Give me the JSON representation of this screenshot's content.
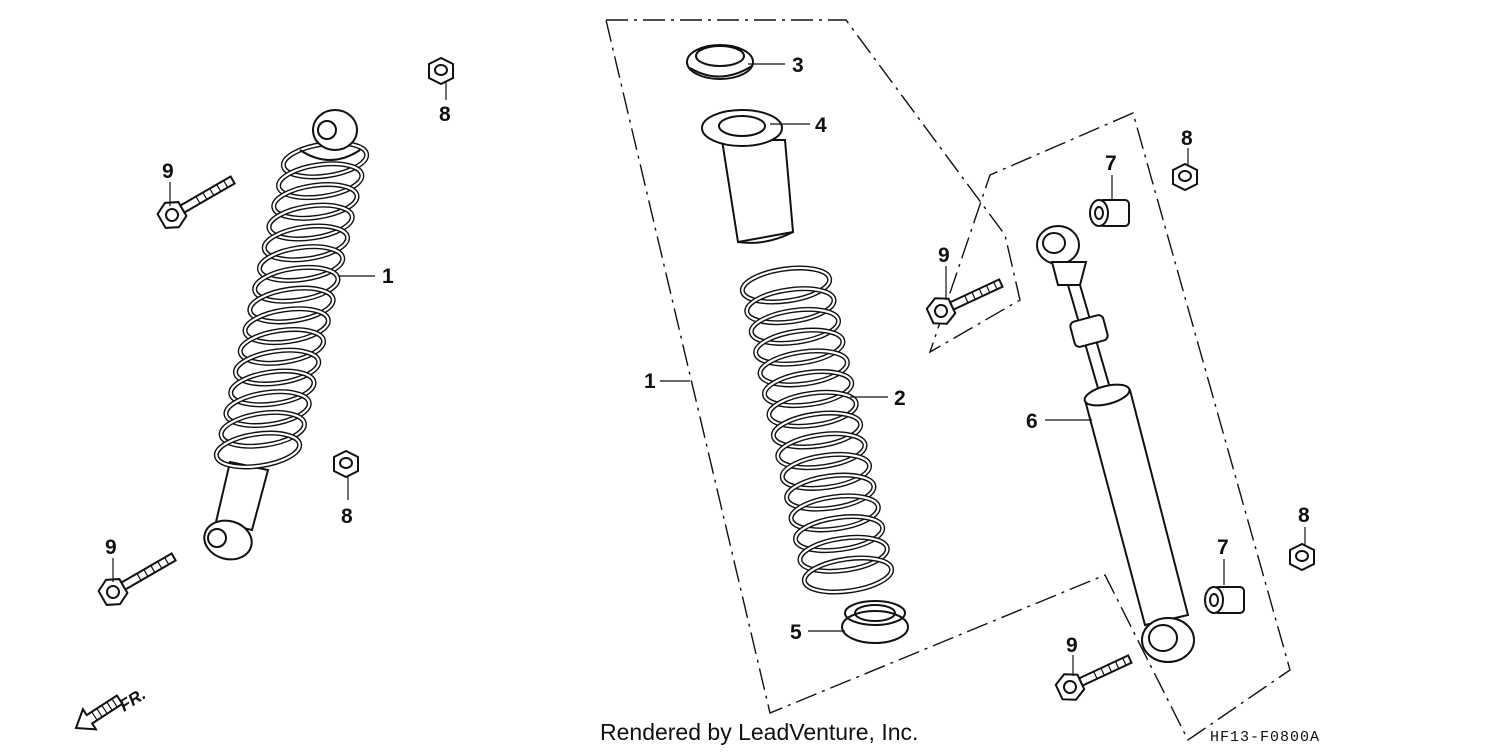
{
  "diagram": {
    "callouts": {
      "left_shock": "1",
      "left_bolt_top": "9",
      "left_bolt_bottom": "9",
      "left_nut_top": "8",
      "left_nut_bottom": "8",
      "assembly": "1",
      "spring": "2",
      "stopper": "3",
      "collar": "4",
      "seat": "5",
      "damper": "6",
      "bushing_top": "7",
      "bushing_bottom": "7",
      "right_nut_top": "8",
      "right_nut_bottom": "8",
      "mid_bolt": "9",
      "bottom_bolt": "9"
    },
    "front_marker": "FR.",
    "credit": "Rendered by LeadVenture, Inc.",
    "diagram_code": "HF13-F0800A"
  }
}
